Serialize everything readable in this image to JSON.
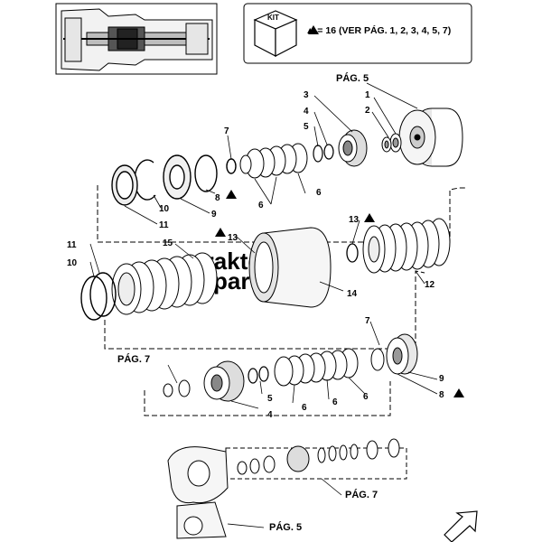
{
  "kit": {
    "box_label": "KIT",
    "note": "▲ = 16  (VER PÁG. 1, 2, 3, 4, 5, 7)"
  },
  "refs": {
    "top": "PÁG. 5",
    "mid": "PÁG. 7",
    "low": "PÁG. 7",
    "bottom": "PÁG. 5"
  },
  "watermark": {
    "line1": "traktor",
    "line2": "parts"
  },
  "callouts": {
    "c1": "1",
    "c2": "2",
    "c3": "3",
    "c4": "4",
    "c5": "5",
    "c6a": "6",
    "c6b": "6",
    "c7": "7",
    "c8": "8",
    "c9": "9",
    "c10": "10",
    "c11": "11",
    "c13a": "13",
    "c13b": "13",
    "c14": "14",
    "c15": "15",
    "c11b": "11",
    "c10b": "10",
    "c12": "12",
    "c7b": "7",
    "c9b": "9",
    "c8b": "8",
    "c4b": "4",
    "c5b": "5",
    "c6c": "6",
    "c6d": "6",
    "c6e": "6"
  },
  "colors": {
    "line": "#000000",
    "watermark_red": "#d9342b"
  }
}
